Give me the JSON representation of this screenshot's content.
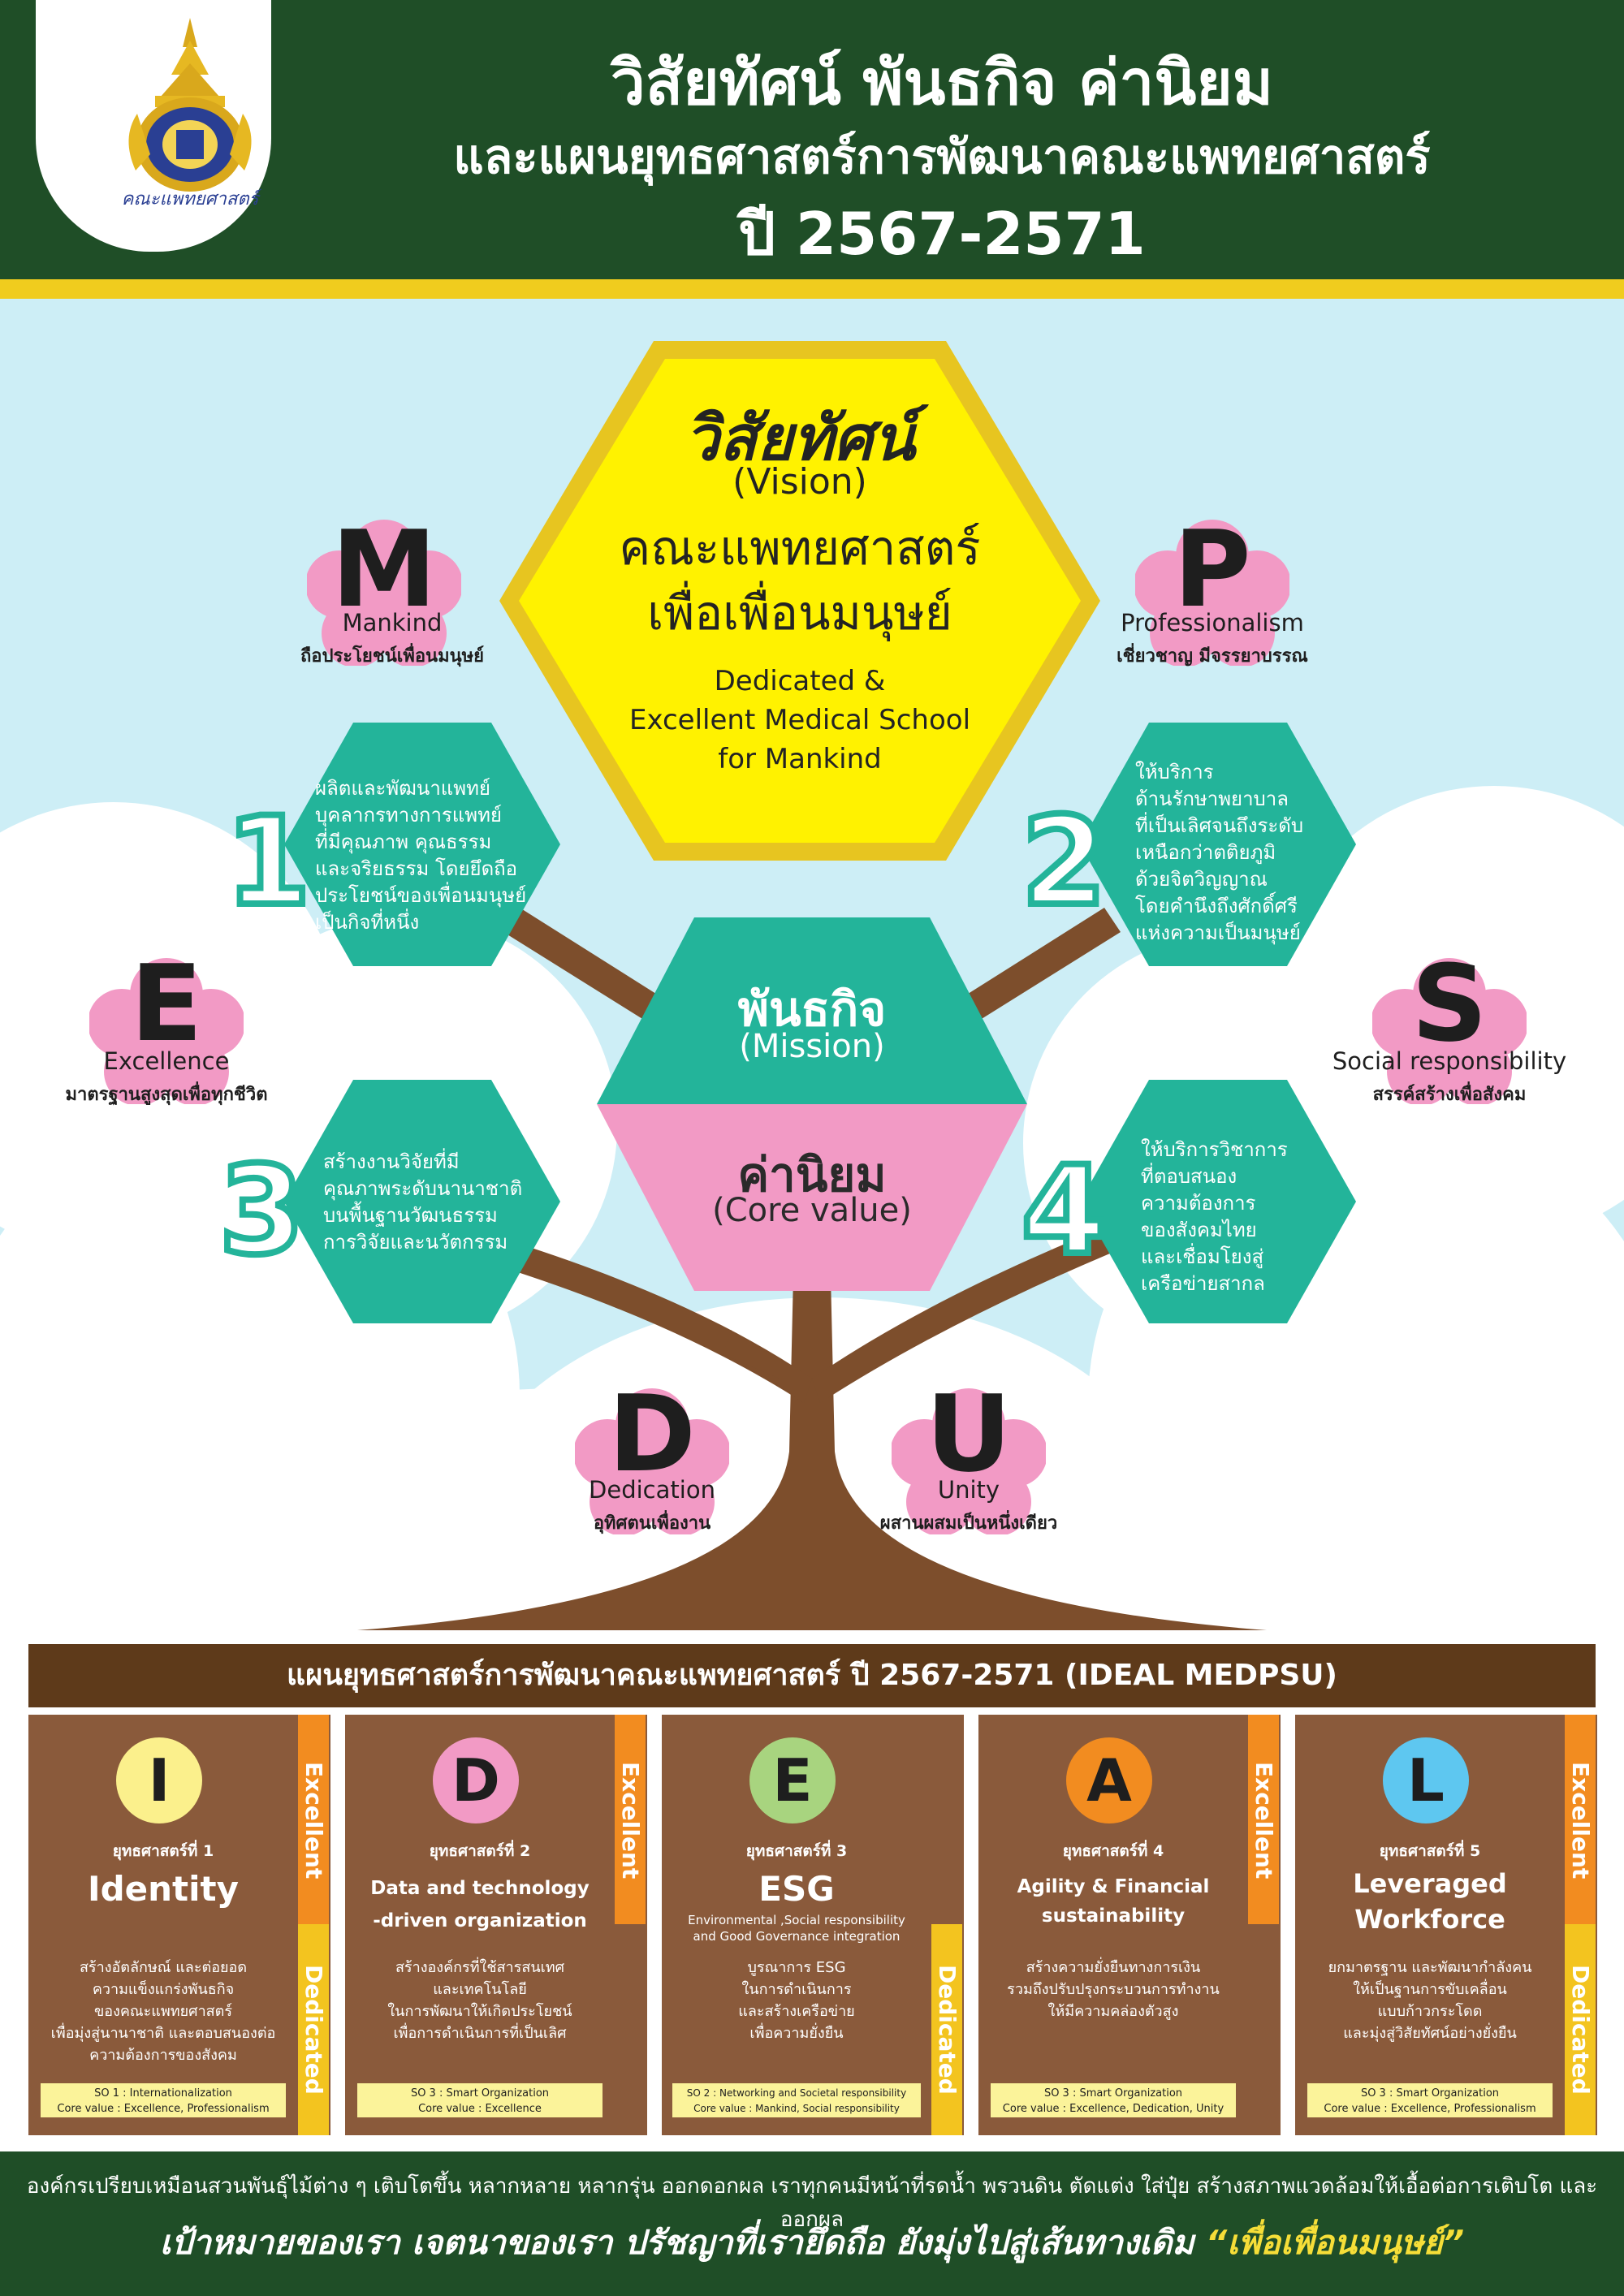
{
  "header": {
    "line1": "วิสัยทัศน์ พันธกิจ ค่านิยม",
    "line2": "และแผนยุทธศาสตร์การพัฒนาคณะแพทยศาสตร์",
    "line3": "ปี 2567-2571",
    "logo_text": "คณะแพทยศาสตร์",
    "logo_icon": "university-seal-icon"
  },
  "vision": {
    "title": "วิสัยทัศน์",
    "title_en": "(Vision)",
    "thai_line1": "คณะแพทยศาสตร์",
    "thai_line2": "เพื่อเพื่อนมนุษย์",
    "en_line1": "Dedicated &",
    "en_line2": "Excellent Medical School",
    "en_line3": "for Mankind"
  },
  "mission": {
    "title": "พันธกิจ",
    "subtitle": "(Mission)"
  },
  "core_value": {
    "title": "ค่านิยม",
    "subtitle": "(Core value)"
  },
  "missions": [
    {
      "number": "1",
      "lines": [
        "ผลิตและพัฒนาแพทย์",
        "บุคลากรทางการแพทย์",
        "ที่มีคุณภาพ คุณธรรม",
        "และจริยธรรม โดยยึดถือ",
        "ประโยชน์ของเพื่อนมนุษย์",
        "เป็นกิจที่หนึ่ง"
      ]
    },
    {
      "number": "2",
      "lines": [
        "ให้บริการ",
        "ด้านรักษาพยาบาล",
        "ที่เป็นเลิศจนถึงระดับ",
        "เหนือกว่าตติยภูมิ",
        "ด้วยจิตวิญญาณ",
        "โดยคำนึงถึงศักดิ์ศรี",
        "แห่งความเป็นมนุษย์"
      ]
    },
    {
      "number": "3",
      "lines": [
        "สร้างงานวิจัยที่มี",
        "คุณภาพระดับนานาชาติ",
        "บนพื้นฐานวัฒนธรรม",
        "การวิจัยและนวัตกรรม"
      ]
    },
    {
      "number": "4",
      "lines": [
        "ให้บริการวิชาการ",
        "ที่ตอบสนอง",
        "ความต้องการ",
        "ของสังคมไทย",
        "และเชื่อมโยงสู่",
        "เครือข่ายสากล"
      ]
    }
  ],
  "values": [
    {
      "letter": "M",
      "en": "Mankind",
      "th": "ถือประโยชน์เพื่อนมนุษย์"
    },
    {
      "letter": "P",
      "en": "Professionalism",
      "th": "เชี่ยวชาญ มีจรรยาบรรณ"
    },
    {
      "letter": "E",
      "en": "Excellence",
      "th": "มาตรฐานสูงสุดเพื่อทุกชีวิต"
    },
    {
      "letter": "S",
      "en": "Social responsibility",
      "th": "สรรค์สร้างเพื่อสังคม"
    },
    {
      "letter": "D",
      "en": "Dedication",
      "th": "อุทิศตนเพื่องาน"
    },
    {
      "letter": "U",
      "en": "Unity",
      "th": "ผสานผสมเป็นหนึ่งเดียว"
    }
  ],
  "strategy": {
    "header": "แผนยุทธศาสตร์การพัฒนาคณะแพทยศาสตร์ ปี 2567-2571 (IDEAL MEDPSU)",
    "side_top": "Excellent",
    "side_bottom": "Dedicated",
    "cards": [
      {
        "letter": "I",
        "color": "#fbf08c",
        "label": "ยุทธศาสตร์ที่ 1",
        "name_lines": [
          "Identity"
        ],
        "sub_lines": [],
        "desc_lines": [
          "สร้างอัตลักษณ์ และต่อยอด",
          "ความแข็งแกร่งพันธกิจ",
          "ของคณะแพทยศาสตร์",
          "เพื่อมุ่งสู่นานาชาติ และตอบสนองต่อ",
          "ความต้องการของสังคม"
        ],
        "so": "SO 1 : Internationalization",
        "core": "Core value : Excellence, Professionalism"
      },
      {
        "letter": "D",
        "color": "#f29ac5",
        "label": "ยุทธศาสตร์ที่ 2",
        "name_lines": [
          "Data and technology",
          "-driven organization"
        ],
        "sub_lines": [],
        "desc_lines": [
          "สร้างองค์กรที่ใช้สารสนเทศ",
          "และเทคโนโลยี",
          "ในการพัฒนาให้เกิดประโยชน์",
          "เพื่อการดำเนินการที่เป็นเลิศ"
        ],
        "so": "SO 3 : Smart Organization",
        "core": "Core value : Excellence"
      },
      {
        "letter": "E",
        "color": "#a8d47f",
        "label": "ยุทธศาสตร์ที่ 3",
        "name_lines": [
          "ESG"
        ],
        "sub_lines": [
          "Environmental ,Social responsibility",
          "and Good Governance integration"
        ],
        "desc_lines": [
          "บูรณาการ ESG",
          "ในการดำเนินการ",
          "และสร้างเครือข่าย",
          "เพื่อความยั่งยืน"
        ],
        "so": "SO 2 : Networking and Societal responsibility",
        "core": "Core value : Mankind, Social responsibility"
      },
      {
        "letter": "A",
        "color": "#f28c20",
        "label": "ยุทธศาสตร์ที่ 4",
        "name_lines": [
          "Agility & Financial",
          "sustainability"
        ],
        "sub_lines": [],
        "desc_lines": [
          "สร้างความยั่งยืนทางการเงิน",
          "รวมถึงปรับปรุงกระบวนการทำงาน",
          "ให้มีความคล่องตัวสูง"
        ],
        "so": "SO 3 : Smart Organization",
        "core": "Core value : Excellence, Dedication, Unity"
      },
      {
        "letter": "L",
        "color": "#5ec7f0",
        "label": "ยุทธศาสตร์ที่ 5",
        "name_lines": [
          "Leveraged",
          "Workforce"
        ],
        "sub_lines": [],
        "desc_lines": [
          "ยกมาตรฐาน และพัฒนากำลังคน",
          "ให้เป็นฐานการขับเคลื่อน",
          "แบบก้าวกระโดด",
          "และมุ่งสู่วิสัยทัศน์อย่างยั่งยืน"
        ],
        "so": "SO 3 : Smart Organization",
        "core": "Core value : Excellence, Professionalism"
      }
    ]
  },
  "footer": {
    "line1": "องค์กรเปรียบเหมือนสวนพันธุ์ไม้ต่าง ๆ เติบโตขึ้น หลากหลาย หลากรุ่น ออกดอกผล เราทุกคนมีหน้าที่รดน้ำ พรวนดิน ตัดแต่ง ใส่ปุ๋ย สร้างสภาพแวดล้อมให้เอื้อต่อการเติบโต และออกผล",
    "line2_main": "เป้าหมายของเรา เจตนาของเรา ปรัชญาที่เรายึดถือ ยังมุ่งไปสู่เส้นทางเดิม",
    "line2_highlight": "“เพื่อเพื่อนมนุษย์”"
  },
  "colors": {
    "dark_green": "#1f4e27",
    "gold": "#f0cc1e",
    "sky": "#cdeef6",
    "teal": "#23b49a",
    "pink": "#f29ac5",
    "yellow": "#fff200",
    "brown": "#8a5a3b",
    "dark_brown": "#5e3a1a",
    "orange": "#f28c20"
  }
}
